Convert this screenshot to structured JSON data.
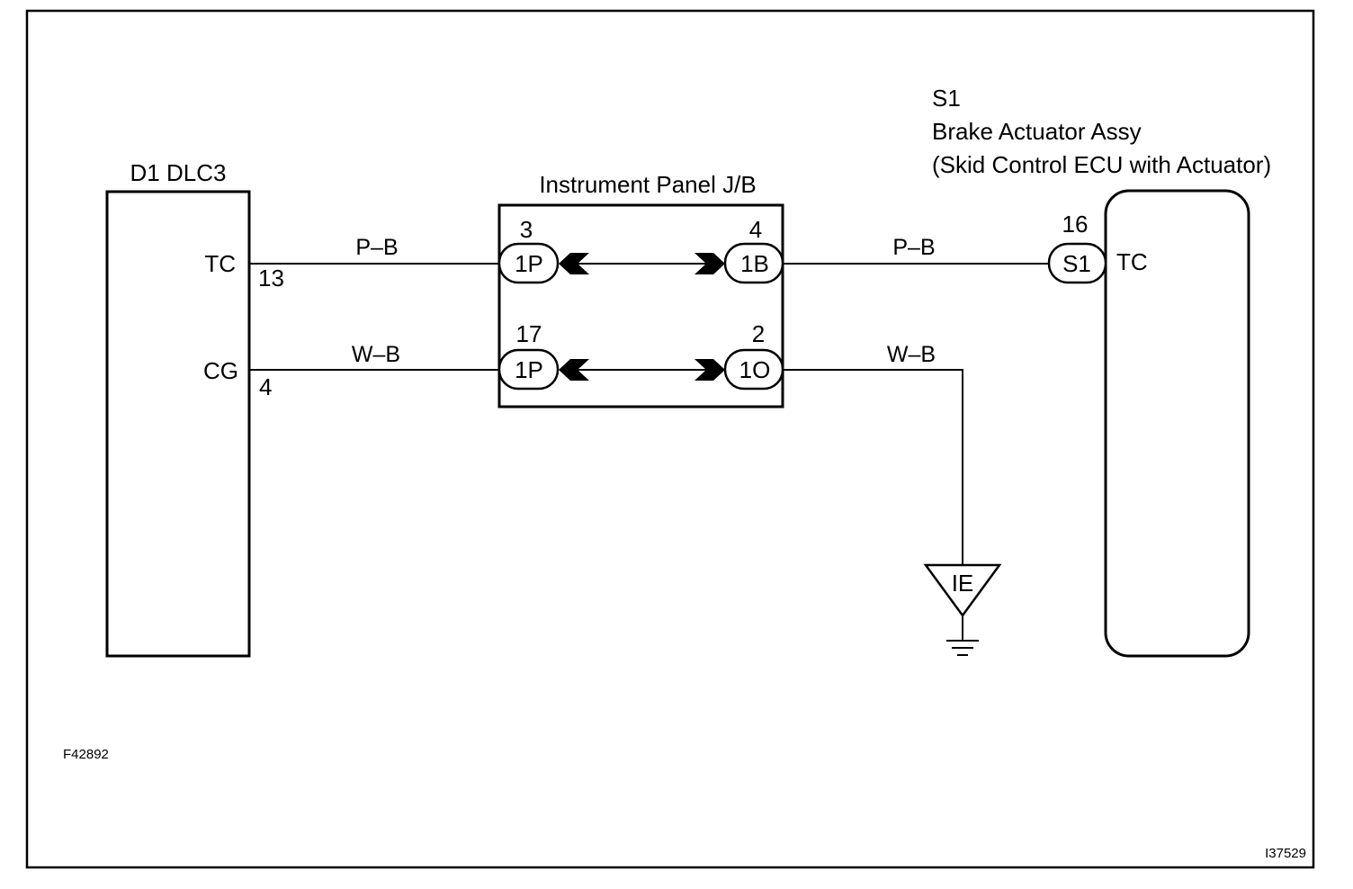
{
  "diagram": {
    "figure_id": "F42892",
    "image_id": "I37529",
    "dlc3": {
      "title": "D1 DLC3",
      "pins": [
        {
          "signal": "TC",
          "pin": "13"
        },
        {
          "signal": "CG",
          "pin": "4"
        }
      ]
    },
    "junction_block": {
      "title": "Instrument Panel J/B",
      "connections": [
        {
          "left_pin": "3",
          "left_connector": "1P",
          "right_pin": "4",
          "right_connector": "1B"
        },
        {
          "left_pin": "17",
          "left_connector": "1P",
          "right_pin": "2",
          "right_connector": "1O"
        }
      ]
    },
    "ecu": {
      "ref": "S1",
      "name": "Brake Actuator Assy",
      "description": "(Skid Control ECU with Actuator)",
      "connector": "S1",
      "pin": "16",
      "signal": "TC"
    },
    "wires": {
      "tc_left": "P–B",
      "tc_right": "P–B",
      "cg_left": "W–B",
      "cg_right": "W–B"
    },
    "ground": {
      "label": "IE"
    },
    "colors": {
      "line": "#000000",
      "background": "#ffffff"
    }
  }
}
